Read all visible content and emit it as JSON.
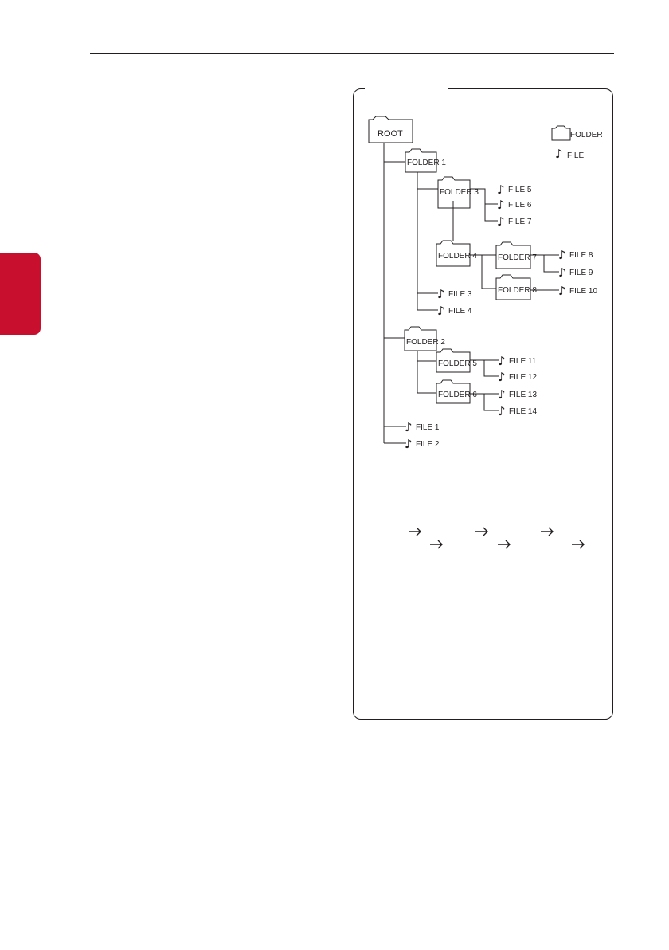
{
  "tree": {
    "root": "ROOT",
    "legend": {
      "folder": "FOLDER",
      "file": "FILE"
    },
    "note_symbol": "♪",
    "folders": [
      "FOLDER 1",
      "FOLDER 2",
      "FOLDER 3",
      "FOLDER 4",
      "FOLDER 5",
      "FOLDER 6",
      "FOLDER 7",
      "FOLDER 8"
    ],
    "files": [
      "FILE 1",
      "FILE 2",
      "FILE 3",
      "FILE 4",
      "FILE 5",
      "FILE 6",
      "FILE 7",
      "FILE 8",
      "FILE 9",
      "FILE 10",
      "FILE 11",
      "FILE 12",
      "FILE 13",
      "FILE 14"
    ]
  },
  "colors": {
    "accent": "#c8102e",
    "ink": "#231f20"
  }
}
